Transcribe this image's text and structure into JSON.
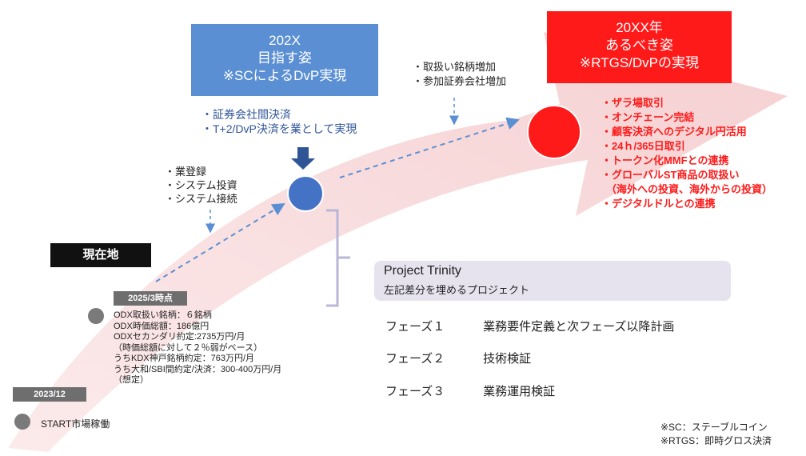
{
  "top_boxes": {
    "target_202x": {
      "line1": "202X",
      "line2": "目指す姿",
      "line3": "※SCによるDvP実現"
    },
    "target_20xx": {
      "line1": "20XX年",
      "line2": "あるべき姿",
      "line3": "※RTGS/DvPの実現"
    }
  },
  "notes": {
    "under_202x": [
      "・証券会社間決済",
      "・T+2/DvP決済を業として実現"
    ],
    "mid_top": [
      "・取扱い銘柄増加",
      "・参加証券会社増加"
    ],
    "left_mid": [
      "・業登録",
      "・システム投資",
      "・システム接続"
    ]
  },
  "goals_20xx": [
    "・ザラ場取引",
    "・オンチェーン完結",
    "・顧客決済へのデジタル円活用",
    "・24ｈ/365日取引",
    "・トークン化MMFとの連携",
    "・グローバルST商品の取扱い",
    "（海外への投資、海外からの投資）",
    "・デジタルドルとの連携"
  ],
  "labels": {
    "current": "現在地",
    "date_2025": "2025/3時点",
    "date_2023": "2023/12",
    "start": "START市場稼働"
  },
  "stats_2025": [
    "ODX取扱い銘柄：６銘柄",
    "ODX時価総額：186億円",
    "ODXセカンダリ約定:2735万円/月",
    "（時価総額に対して２％弱がベース）",
    "うちKDX神戸銘柄約定：763万円/月",
    "うち大和/SBI間約定/決済：300-400万円/月",
    "（想定）"
  ],
  "trinity": {
    "title": "Project Trinity",
    "subtitle": "左記差分を埋めるプロジェクト"
  },
  "phases": [
    {
      "name": "フェーズ１",
      "desc": "業務要件定義と次フェーズ以降計画"
    },
    {
      "name": "フェーズ２",
      "desc": "技術検証"
    },
    {
      "name": "フェーズ３",
      "desc": "業務運用検証"
    }
  ],
  "legend": [
    "※SC：ステーブルコイン",
    "※RTGS：即時グロス決済"
  ],
  "colors": {
    "blue": "#5b8fd3",
    "red": "#ff1a1a",
    "dark_blue_text": "#2f5597",
    "arrow_pink": "#f6cfd0"
  }
}
